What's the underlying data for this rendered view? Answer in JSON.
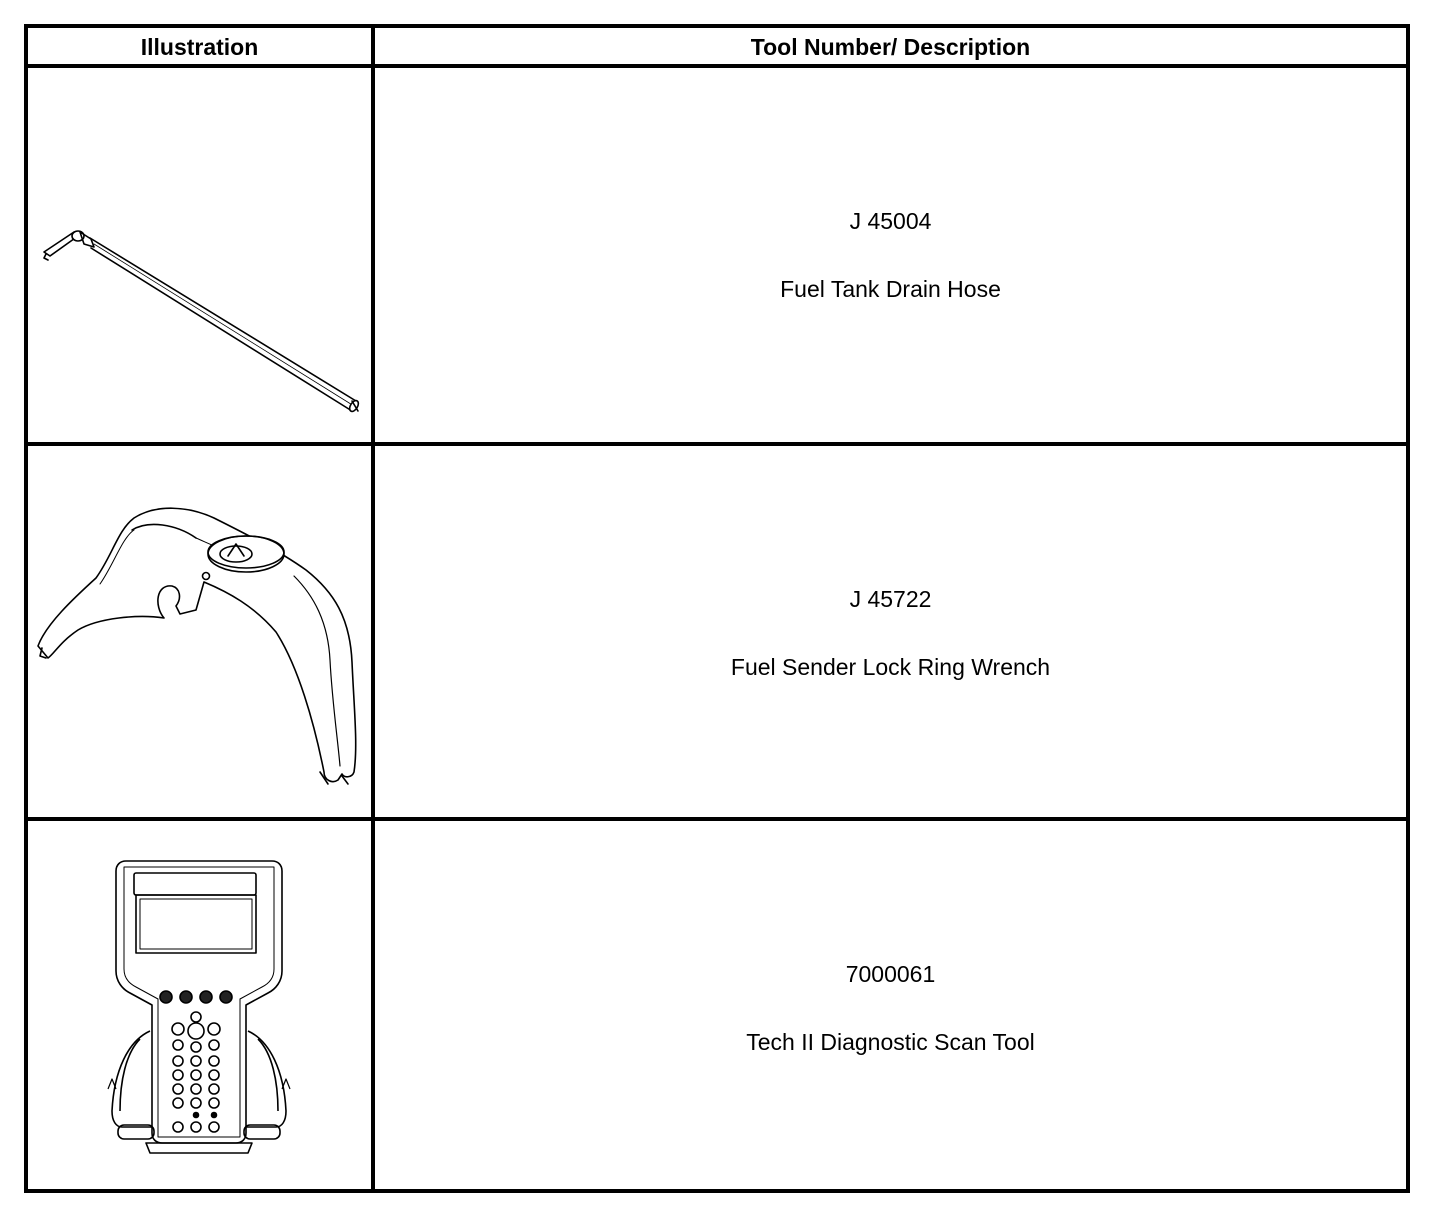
{
  "table": {
    "headers": {
      "illustration": "Illustration",
      "description": "Tool Number/ Description"
    },
    "rows": [
      {
        "illustration_icon": "fuel-tank-drain-hose-icon",
        "tool_number": "J 45004",
        "description": "Fuel Tank Drain Hose"
      },
      {
        "illustration_icon": "fuel-sender-lock-ring-wrench-icon",
        "tool_number": "J 45722",
        "description": "Fuel Sender Lock Ring Wrench"
      },
      {
        "illustration_icon": "tech-ii-scan-tool-icon",
        "tool_number": "7000061",
        "description": "Tech II Diagnostic Scan Tool"
      }
    ]
  }
}
